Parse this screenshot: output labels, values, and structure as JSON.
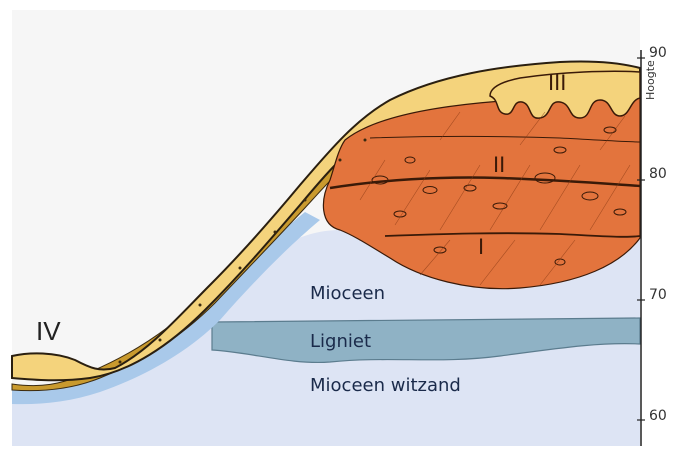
{
  "labels": {
    "unit_I": "I",
    "unit_II": "II",
    "unit_III": "III",
    "unit_IV": "IV",
    "mioceen": "Mioceen",
    "ligniet": "Ligniet",
    "mioceen_witzand": "Mioceen witzand"
  },
  "axis": {
    "title": "Hoogte",
    "ticks": [
      "90",
      "80",
      "70",
      "60"
    ]
  },
  "colors": {
    "sky": "#f7f7f7",
    "sand_white": "#dce3f3",
    "lignite": "#8fb3c6",
    "clay_orange": "#e3743d",
    "gravel_dark": "#c99a2e",
    "top_yellow": "#f4d37c",
    "blue_band": "#a9c9ea"
  }
}
